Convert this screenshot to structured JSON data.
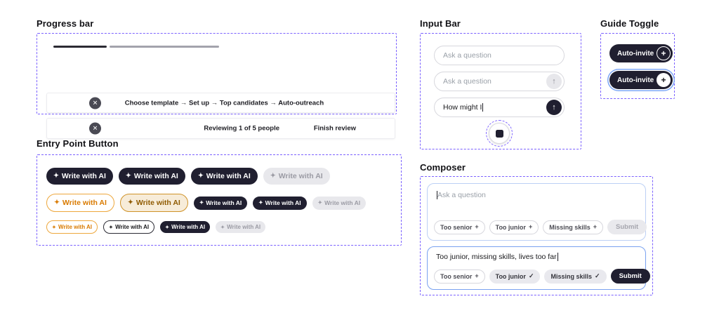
{
  "icons": {
    "sparkle": "✦",
    "close": "✕",
    "arrow_up": "↑",
    "plus": "+",
    "check": "✓"
  },
  "sections": {
    "progress": {
      "title": "Progress bar",
      "steps_text": "Choose template  →  Set up  →  Top candidates  →  Auto-outreach",
      "review_status": "Reviewing 1 of 5 people",
      "review_action": "Finish review"
    },
    "entry": {
      "title": "Entry Point Button",
      "button_label": "Write with AI"
    },
    "input_bar": {
      "title": "Input Bar",
      "inputs": [
        {
          "placeholder": "Ask a question"
        },
        {
          "placeholder": "Ask a question"
        },
        {
          "value": "How might I"
        }
      ]
    },
    "guide_toggle": {
      "title": "Guide Toggle",
      "label": "Auto-invite"
    },
    "composer": {
      "title": "Composer",
      "box1": {
        "placeholder": "Ask a question",
        "chips": [
          {
            "label": "Too senior"
          },
          {
            "label": "Too junior"
          },
          {
            "label": "Missing skills"
          }
        ],
        "submit_label": "Submit"
      },
      "box2": {
        "value": "Too junior, missing skills, lives too far",
        "chips": [
          {
            "label": "Too senior"
          },
          {
            "label": "Too junior"
          },
          {
            "label": "Missing skills"
          }
        ],
        "submit_label": "Submit"
      }
    }
  }
}
